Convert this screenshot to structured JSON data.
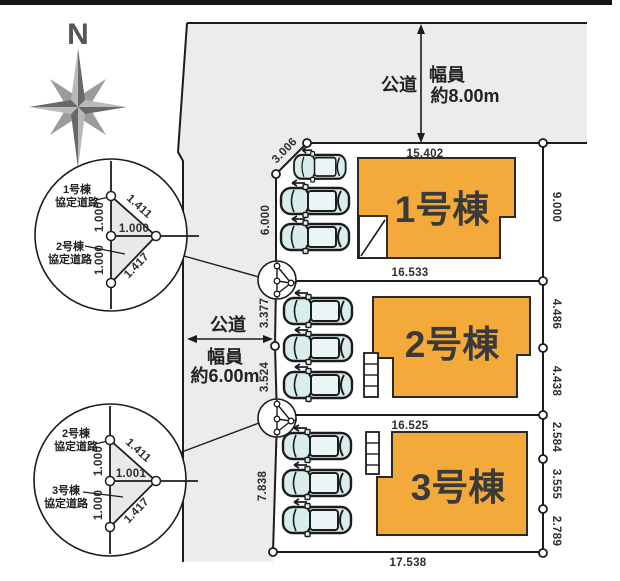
{
  "compass": {
    "north_label": "N"
  },
  "road_top": {
    "name": "公道",
    "width_caption": "幅員",
    "width_value": "約8.00m"
  },
  "road_left": {
    "name": "公道",
    "width_caption": "幅員",
    "width_value": "約6.00m"
  },
  "plots": [
    {
      "building_label": "1号棟",
      "dim_corner": "3.006",
      "dim_top": "15.402",
      "dim_left": "6.000",
      "dim_right": "9.000",
      "dim_bottom": "16.533"
    },
    {
      "building_label": "2号棟",
      "dim_left_upper": "3.377",
      "dim_left_lower": "3.524",
      "dim_right_upper": "4.486",
      "dim_right_lower": "4.438",
      "dim_bottom": "16.525"
    },
    {
      "building_label": "3号棟",
      "dim_left": "7.838",
      "dim_right_upper": "2.584",
      "dim_right_middle": "3.555",
      "dim_right_lower": "2.789",
      "dim_bottom": "17.538"
    }
  ],
  "detail_circles": [
    {
      "top_label_line1": "1号棟",
      "top_label_line2": "協定道路",
      "bottom_label_line1": "2号棟",
      "bottom_label_line2": "協定道路",
      "dim_diag_upper": "1.411",
      "dim_horizontal": "1.000",
      "dim_diag_lower": "1.417",
      "dim_vertical_upper": "1.000",
      "dim_vertical_lower": "1.000"
    },
    {
      "top_label_line1": "2号棟",
      "top_label_line2": "協定道路",
      "bottom_label_line1": "3号棟",
      "bottom_label_line2": "協定道路",
      "dim_diag_upper": "1.411",
      "dim_horizontal": "1.001",
      "dim_diag_lower": "1.417",
      "dim_vertical_upper": "1.000",
      "dim_vertical_lower": "1.000"
    }
  ],
  "colors": {
    "building": "#F4A93B",
    "road": "#ECECEC",
    "car_body": "#D9EDEC",
    "line": "#1C1C1C"
  }
}
